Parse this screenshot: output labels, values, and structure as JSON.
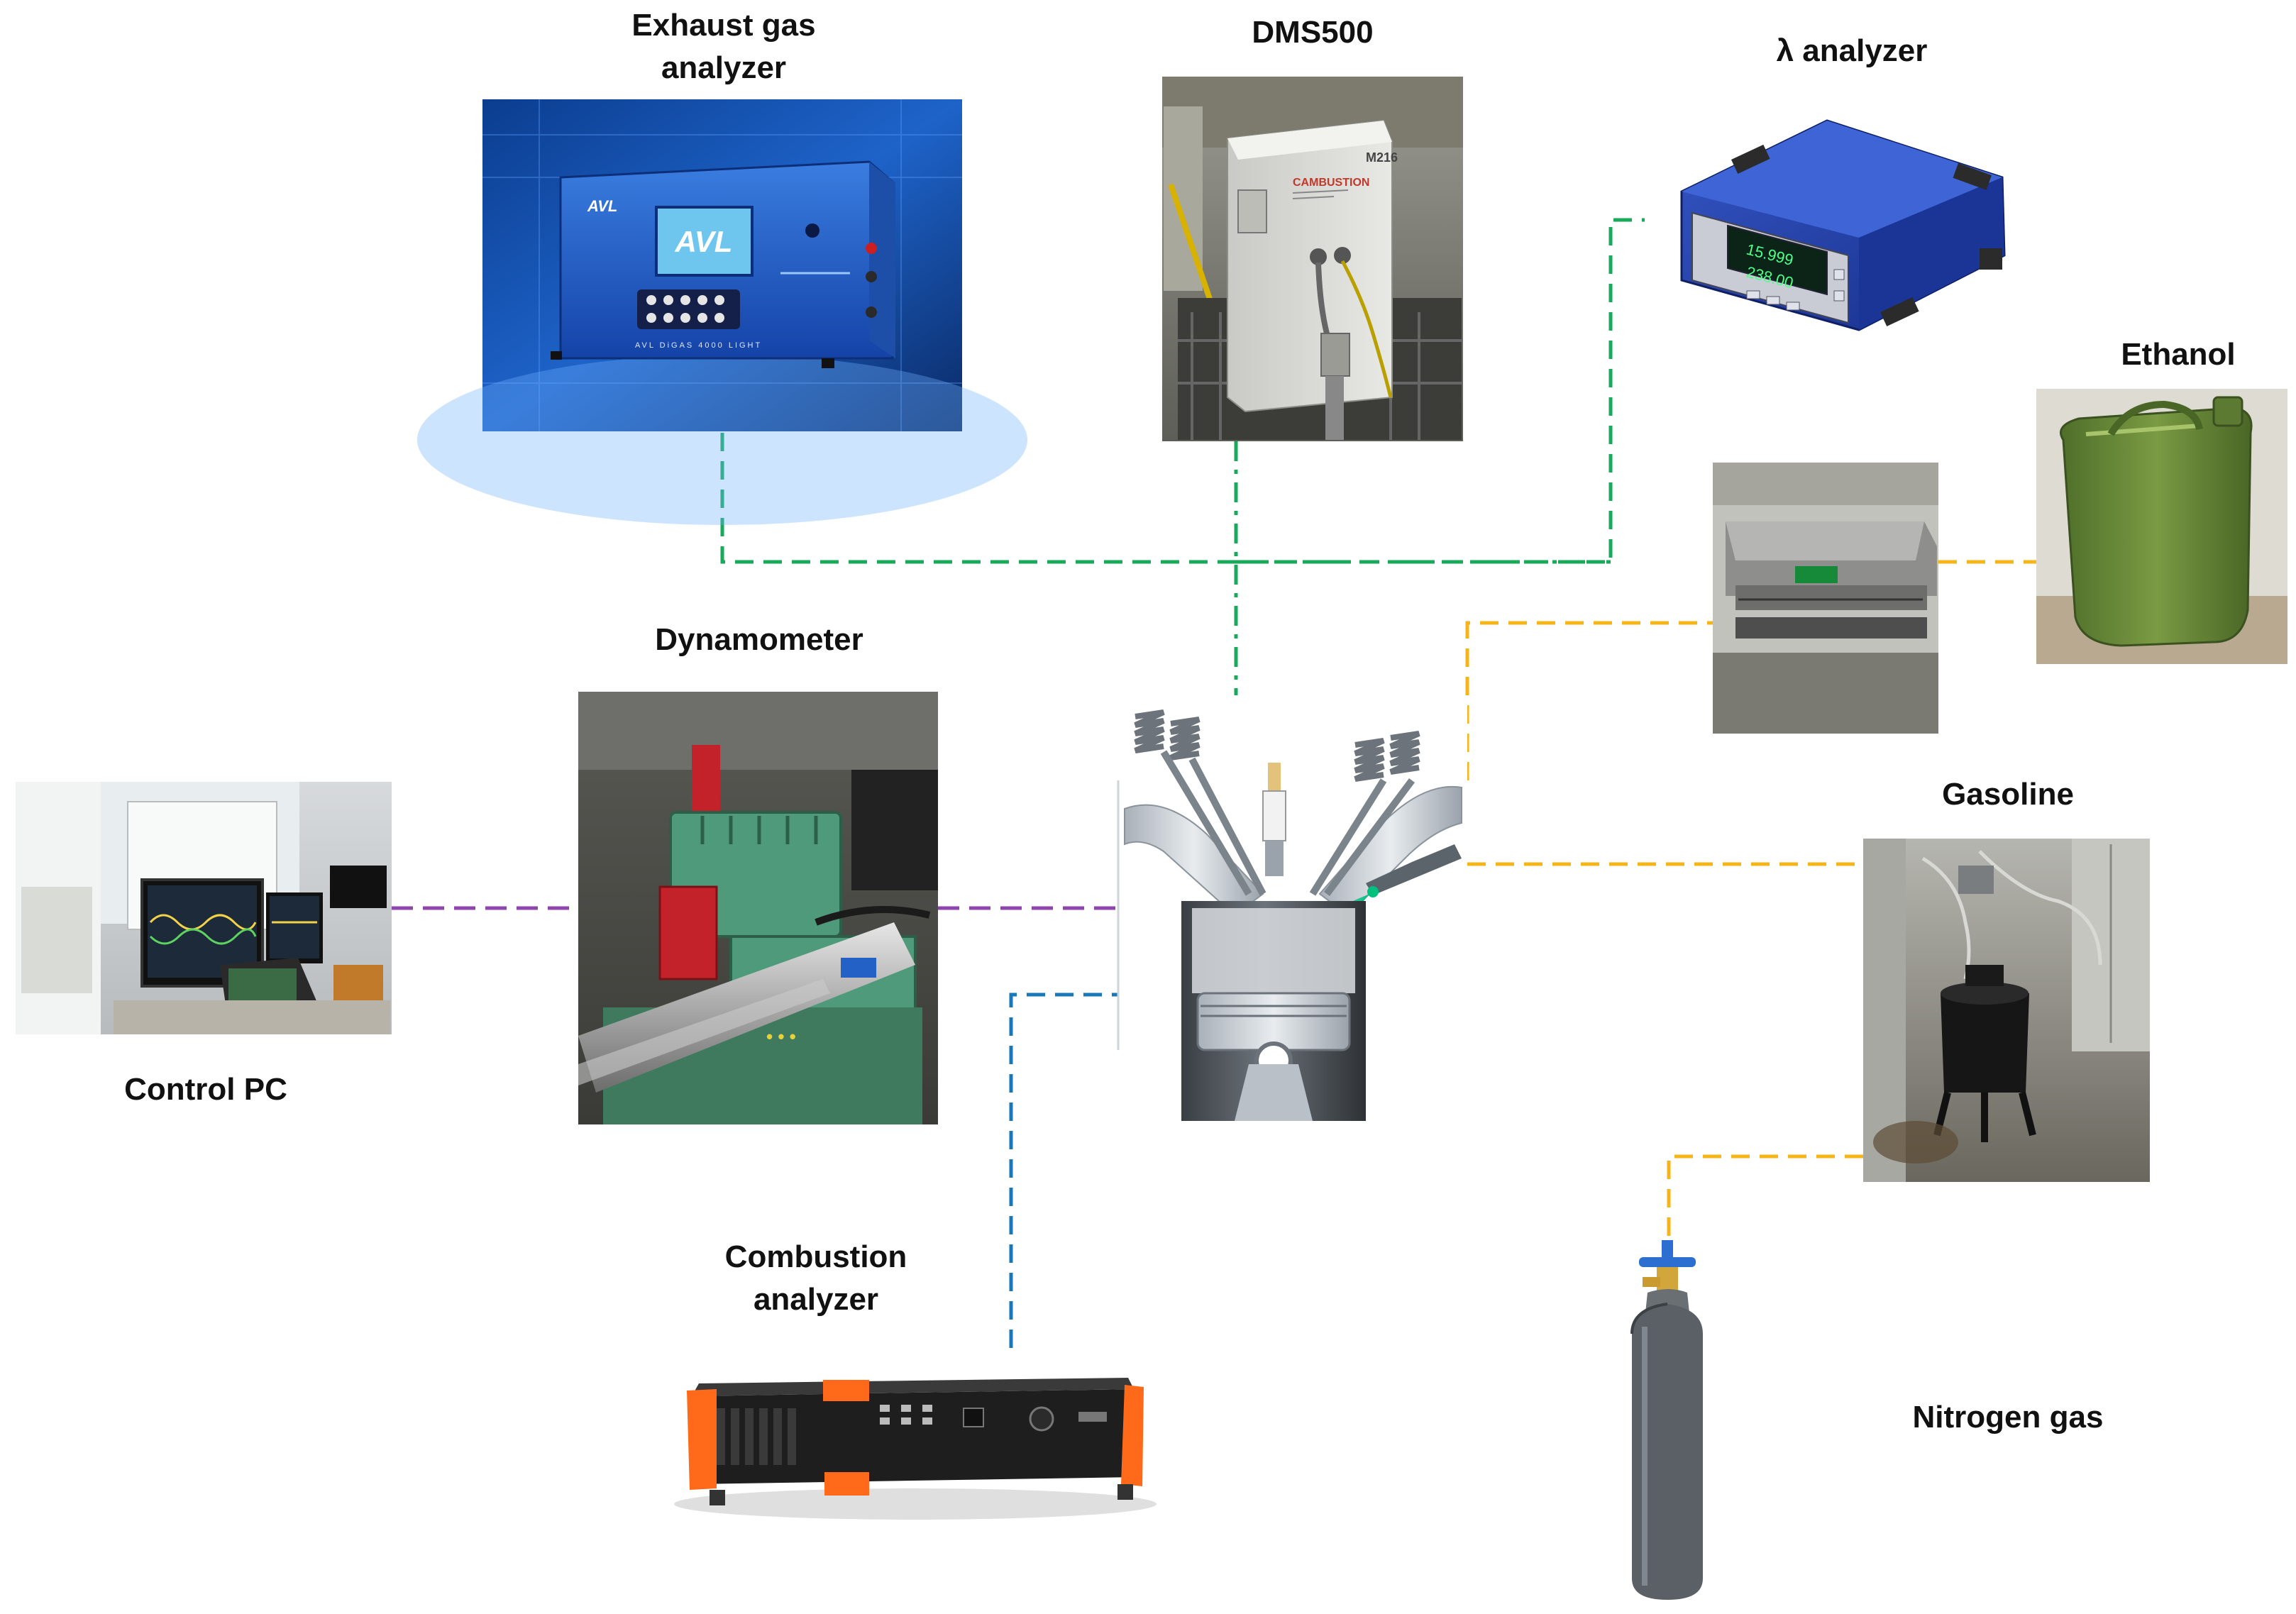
{
  "labels": {
    "exhaust": "Exhaust gas analyzer",
    "exhaust_line1": "Exhaust gas",
    "exhaust_line2": "analyzer",
    "dms": "DMS500",
    "lambda": "λ analyzer",
    "ethanol": "Ethanol",
    "dyno": "Dynamometer",
    "gasoline": "Gasoline",
    "control_pc": "Control PC",
    "combustion_line1": "Combustion",
    "combustion_line2": "analyzer",
    "nitrogen": "Nitrogen gas"
  },
  "device_text": {
    "avl_logo": "AVL",
    "avl_screen": "AVL",
    "avl_model": "AVL DiGAS 4000 LIGHT",
    "cambustion": "CAMBUSTION",
    "m216": "M216",
    "lambda_value1": "15.999",
    "lambda_value2": "238.00"
  },
  "colors": {
    "emissions_line": "#19a95a",
    "control_line": "#8e44ad",
    "combustion_line": "#1a78b8",
    "fuel_line": "#f5b519"
  }
}
